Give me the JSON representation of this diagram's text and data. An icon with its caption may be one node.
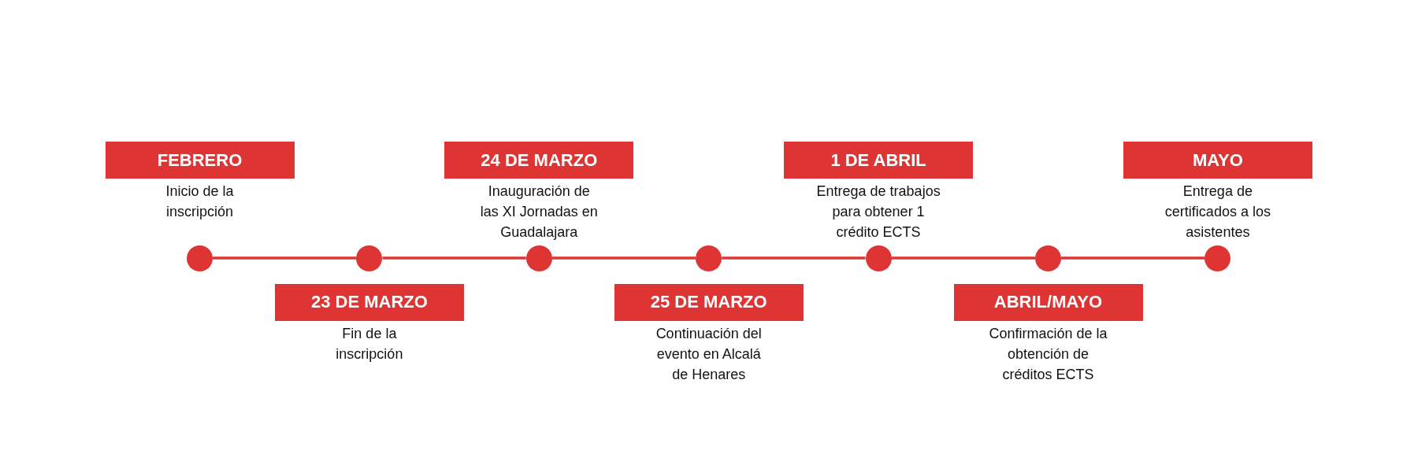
{
  "diagram": {
    "nodes": [
      {
        "text": [
          "FEBRERO"
        ],
        "beside": [
          "Inicio de la inscripción"
        ]
      },
      {
        "text": [
          "23 DE MARZO"
        ],
        "beside": [
          "Fin de la inscripción"
        ]
      },
      {
        "text": [
          "24 DE MARZO"
        ],
        "beside": [
          "Inauguración de las XI Jornadas en Guadalajara"
        ]
      },
      {
        "text": [
          "25 DE MARZO"
        ],
        "beside": [
          "Continuación del evento en Alcalá de Henares"
        ]
      },
      {
        "text": [
          "1 DE ABRIL"
        ],
        "beside": [
          "Entrega de trabajos para obtener 1 crédito ECTS"
        ]
      },
      {
        "text": [
          "ABRIL/MAYO"
        ],
        "beside": [
          "Confirmación de la obtención de créditos ECTS"
        ]
      },
      {
        "text": [
          "MAYO"
        ],
        "beside": [
          "Entrega de certificados a los asistentes"
        ]
      },
      {
        "text": [],
        "shape": "circle"
      },
      {
        "text": [],
        "shape": "circle"
      },
      {
        "text": [],
        "shape": "circle"
      },
      {
        "text": [],
        "shape": "circle"
      },
      {
        "text": [],
        "shape": "circle"
      },
      {
        "text": [],
        "shape": "circle"
      },
      {
        "text": [],
        "shape": "circle"
      }
    ],
    "edges": [
      {
        "from": 7,
        "to": 8,
        "arrow": "none"
      },
      {
        "from": 8,
        "to": 9,
        "arrow": "none"
      },
      {
        "from": 9,
        "to": 10,
        "arrow": "none"
      },
      {
        "from": 10,
        "to": 11,
        "arrow": "none"
      },
      {
        "from": 11,
        "to": 12,
        "arrow": "none"
      },
      {
        "from": 12,
        "to": 13,
        "arrow": "none"
      }
    ]
  }
}
